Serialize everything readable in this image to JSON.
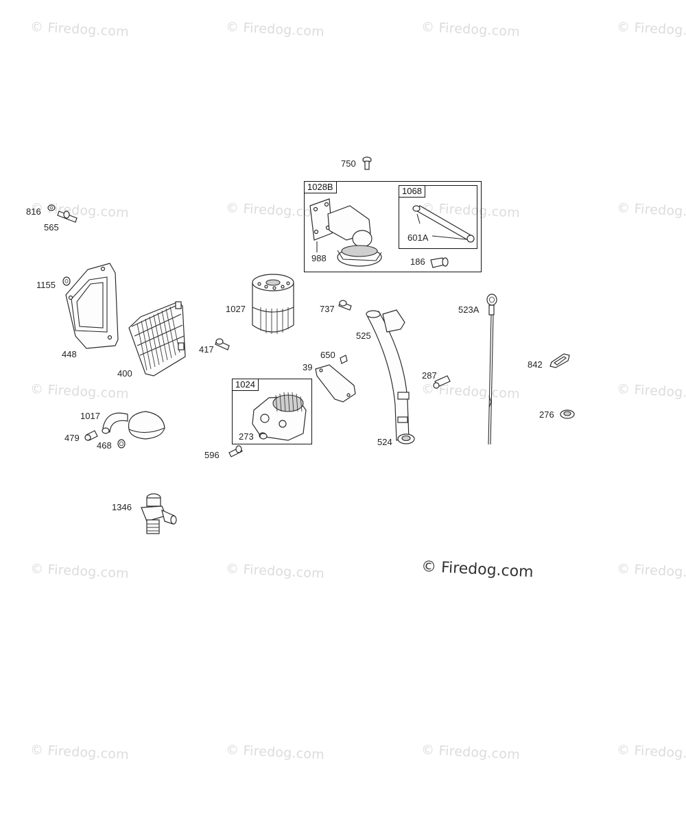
{
  "watermark_text": "© Firedog.com",
  "main_watermark_text": "© Firedog.com",
  "labels": {
    "p750": "750",
    "p1028B": "1028B",
    "p1068": "1068",
    "p988": "988",
    "p601A": "601A",
    "p186": "186",
    "p816": "816",
    "p565": "565",
    "p1155": "1155",
    "p448": "448",
    "p400": "400",
    "p1027": "1027",
    "p417": "417",
    "p737": "737",
    "p525": "525",
    "p523A": "523A",
    "p650": "650",
    "p39": "39",
    "p842": "842",
    "p287": "287",
    "p1024": "1024",
    "p1017": "1017",
    "p479": "479",
    "p468": "468",
    "p273": "273",
    "p596": "596",
    "p524": "524",
    "p276": "276",
    "p1346": "1346"
  }
}
